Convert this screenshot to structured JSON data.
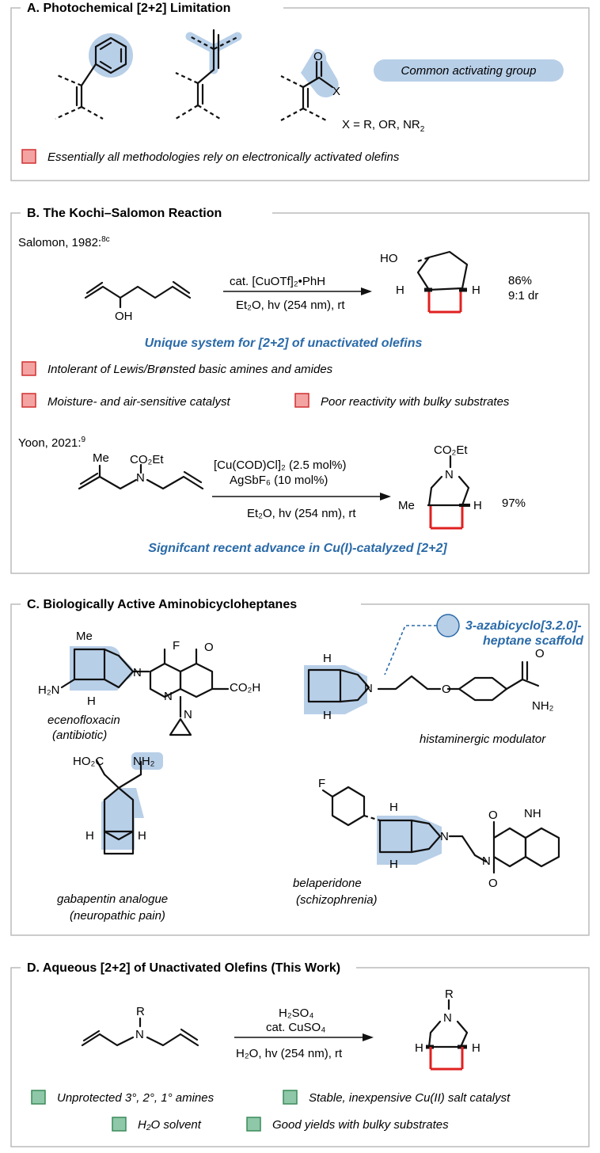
{
  "panelA": {
    "title": "A. Photochemical [2+2] Limitation",
    "x_label": "X",
    "x_def": "X = R, OR, NR",
    "x_def_sub": "2",
    "o_label": "O",
    "pill": "Common activating group",
    "bullet": "Essentially all methodologies rely on electronically activated olefins"
  },
  "panelB": {
    "title": "B. The Kochi–Salomon Reaction",
    "ref1": "Salomon, 1982:",
    "ref1_sup": "8c",
    "cond1_top": "cat. [CuOTf]₂•PhH",
    "cond1_bot": "Et₂O, hv (254 nm), rt",
    "oh": "OH",
    "ho": "HO",
    "h": "H",
    "yield1": "86%",
    "dr1": "9:1 dr",
    "highlight1": "Unique system for [2+2] of unactivated olefins",
    "bullet1": "Intolerant of Lewis/Brønsted basic amines and amides",
    "bullet2": "Moisture- and air-sensitive catalyst",
    "bullet3": "Poor reactivity with bulky substrates",
    "ref2": "Yoon, 2021:",
    "ref2_sup": "9",
    "me": "Me",
    "n": "N",
    "co2et": "CO₂Et",
    "cond2_top1": "[Cu(COD)Cl]₂ (2.5 mol%)",
    "cond2_top2": "AgSbF₆ (10 mol%)",
    "cond2_bot": "Et₂O, hv (254 nm), rt",
    "yield2": "97%",
    "highlight2": "Signifcant recent advance in Cu(I)-catalyzed [2+2]"
  },
  "panelC": {
    "title": "C. Biologically Active Aminobicycloheptanes",
    "me": "Me",
    "f": "F",
    "o": "O",
    "n": "N",
    "h2n": "H₂N",
    "h": "H",
    "co2h": "CO₂H",
    "ecenofloxacin": "ecenofloxacin",
    "antibiotic": "(antibiotic)",
    "scaffold1": "3-azabicyclo[3.2.0]-",
    "scaffold2": "heptane scaffold",
    "nh2": "NH₂",
    "histaminergic": "histaminergic modulator",
    "ho2c": "HO₂C",
    "gabapentin": "gabapentin analogue",
    "neuropathic": "(neuropathic pain)",
    "nh": "NH",
    "belaperidone": "belaperidone",
    "schizophrenia": "(schizophrenia)"
  },
  "panelD": {
    "title": "D. Aqueous [2+2] of Unactivated Olefins (This Work)",
    "r": "R",
    "n": "N",
    "h": "H",
    "cond_top1": "H₂SO₄",
    "cond_top2": "cat. CuSO₄",
    "cond_bot": "H₂O, hv (254 nm), rt",
    "bullet1": "Unprotected 3°, 2°, 1° amines",
    "bullet2": "Stable, inexpensive Cu(II) salt catalyst",
    "bullet3": "H₂O solvent",
    "bullet4": "Good yields with bulky substrates"
  },
  "colors": {
    "highlight": "#b8cfe8",
    "red_box": "#f4a3a3",
    "green_box": "#8ec8a8",
    "blue_text": "#2a6aa8",
    "red_bond": "#e02020"
  }
}
